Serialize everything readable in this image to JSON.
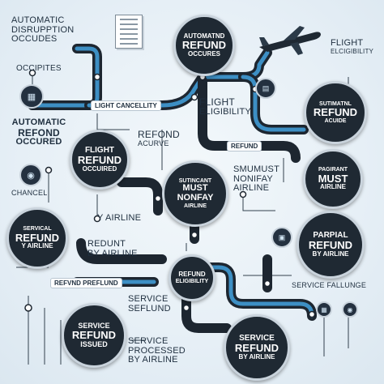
{
  "nodes": {
    "automatic_refund_occures": [
      "AUTOMATND",
      "REFUND",
      "OCCURES"
    ],
    "flight_refund_occuired": [
      "FLIGHT",
      "REFUND",
      "OCCUIRED"
    ],
    "sutinmant_refund_acuide": [
      "SUTIMATNL",
      "REFUND",
      "ACUIDE"
    ],
    "must_nonfay_airline": [
      "SUTINCANT",
      "MUST",
      "NONFAY",
      "AIRLINE"
    ],
    "parpial_must_airline": [
      "PAGIRANT",
      "MUST",
      "AIRLINE"
    ],
    "servical_refund_airline": [
      "SERVICAL",
      "REFUND",
      "Y AIRLINE"
    ],
    "parpial_refund_by_airline": [
      "PARPIAL",
      "REFUND",
      "BY AIRLINE"
    ],
    "refund_eligibility": [
      "REFUND",
      "ELIGIBILITY"
    ],
    "service_refund_issued": [
      "SERVICE",
      "REFUND",
      "ISSUED"
    ],
    "service_refund_by_airline": [
      "SERVICE",
      "REFUND",
      "BY AIRLINE"
    ]
  },
  "labels": {
    "automatic_disruption": [
      "AUTOMATIC",
      "DISRUPPTION",
      "OCCUDES"
    ],
    "occipites": "OCCIPITES",
    "flight_eligibility_top": [
      "FLIGHT",
      "ELCIGIBILITY"
    ],
    "automatic_refund_occured": [
      "AUTOMATIC",
      "REFOND",
      "OCCURED"
    ],
    "flight_eligibility_mid": [
      "FLIGHT",
      "ELIGIBILITY"
    ],
    "refond_acurve": [
      "REFOND",
      "ACURVE"
    ],
    "smumust_nonifay": [
      "SMUMUST",
      "NONIFAY",
      "AIRLINE"
    ],
    "chancel": "CHANCEL",
    "y_airline": "Y AIRLINE",
    "redunt_by_airline": [
      "REDUNT",
      "BY AIRLINE"
    ],
    "service_seflund": [
      "SERVICE",
      "SEFLUND"
    ],
    "service_fallunge": "SERVICE FALLUNGE",
    "service_processed": [
      "SERVICE",
      "PROCESSED",
      "BY AIRLINE"
    ]
  },
  "pills": {
    "light_cancellity": "LIGHT CANCELLITY",
    "refund": "REFUND",
    "refvnd_prelund": "REFVND PREFLUND"
  },
  "colors": {
    "node_fill": "#1f2933",
    "path_dark": "#1d2630",
    "path_blue": "#3d8fc4",
    "background": "#e6eff6"
  },
  "icons": [
    "document-icon",
    "airplane-icon",
    "bag-icon",
    "shield-icon",
    "chart-icon",
    "location-icon"
  ]
}
